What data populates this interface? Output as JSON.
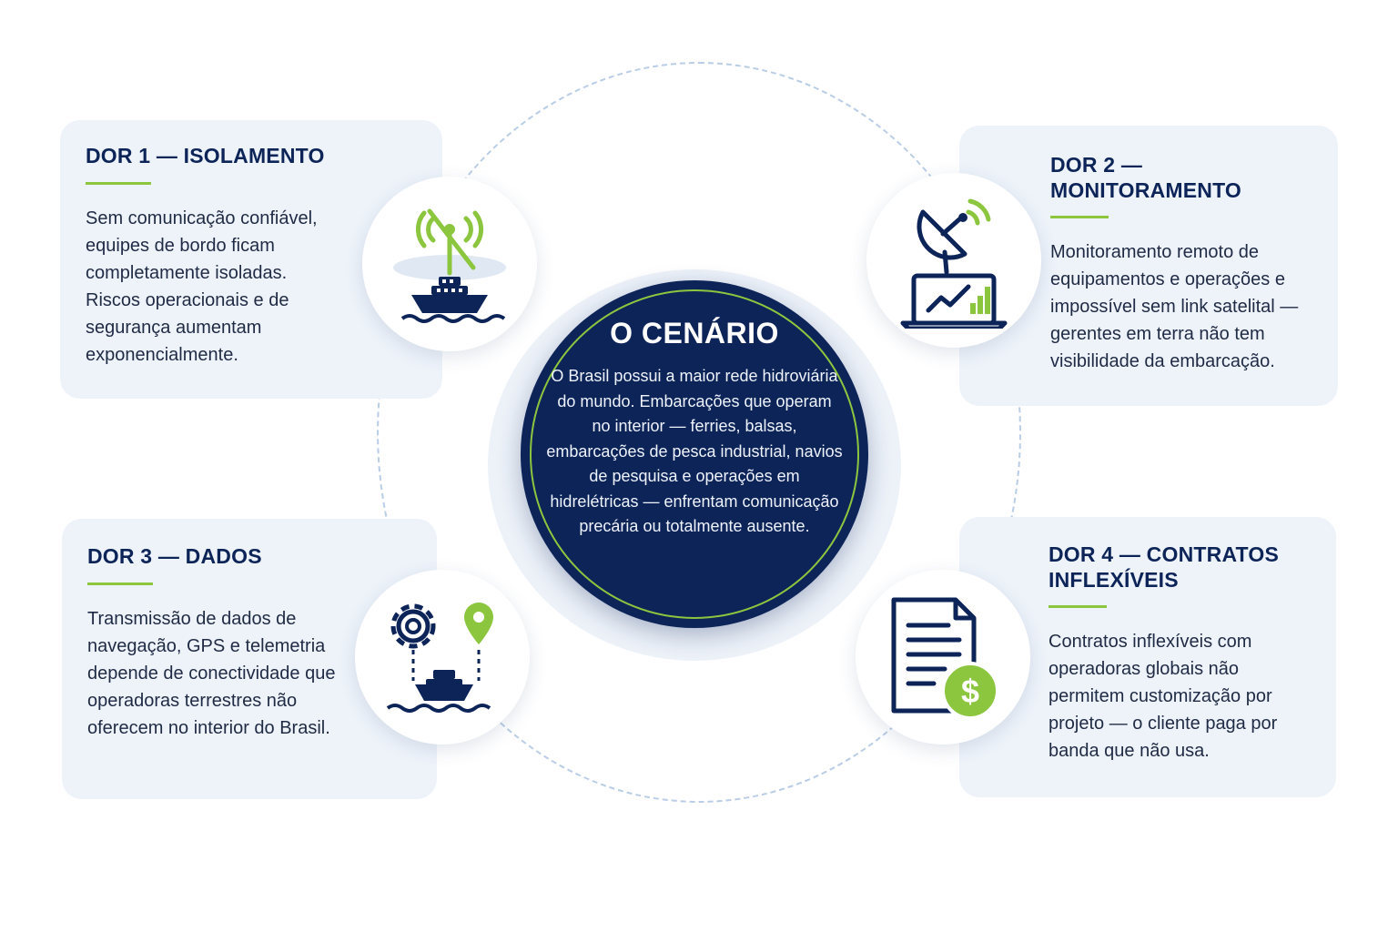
{
  "center": {
    "title": "O CENÁRIO",
    "text": "O Brasil possui a maior rede hidroviária do mundo. Embarcações que operam no interior — ferries, balsas, embarcações de pesca industrial, navios de pesquisa e operações em hidrelétricas — enfrentam comunicação precária ou totalmente ausente."
  },
  "pains": [
    {
      "title": "DOR 1 — ISOLAMENTO",
      "text": "Sem comunicação confiável, equipes de bordo ficam completamente isoladas. Riscos operacionais e de segurança aumentam exponencialmente.",
      "icon": "ship-no-signal-icon"
    },
    {
      "title": "DOR 2 — MONITORAMENTO",
      "text": "Monitoramento remoto de equipamentos e operações e impossível sem link satelital — gerentes em terra não tem visibilidade da embarcação.",
      "icon": "satellite-laptop-icon"
    },
    {
      "title": "DOR 3 — DADOS",
      "text": "Transmissão de dados de navegação, GPS e telemetria depende de conectividade que operadoras terrestres não oferecem no interior do Brasil.",
      "icon": "gear-gps-ship-icon"
    },
    {
      "title": "DOR 4  —  CONTRATOS INFLEXÍVEIS",
      "text": "Contratos inflexíveis com operadoras globais não permitem customização por projeto — o cliente paga por banda que não usa.",
      "icon": "contract-dollar-icon"
    }
  ],
  "colors": {
    "navy": "#0d2459",
    "green": "#8cc63f",
    "card": "#eef3fa"
  }
}
